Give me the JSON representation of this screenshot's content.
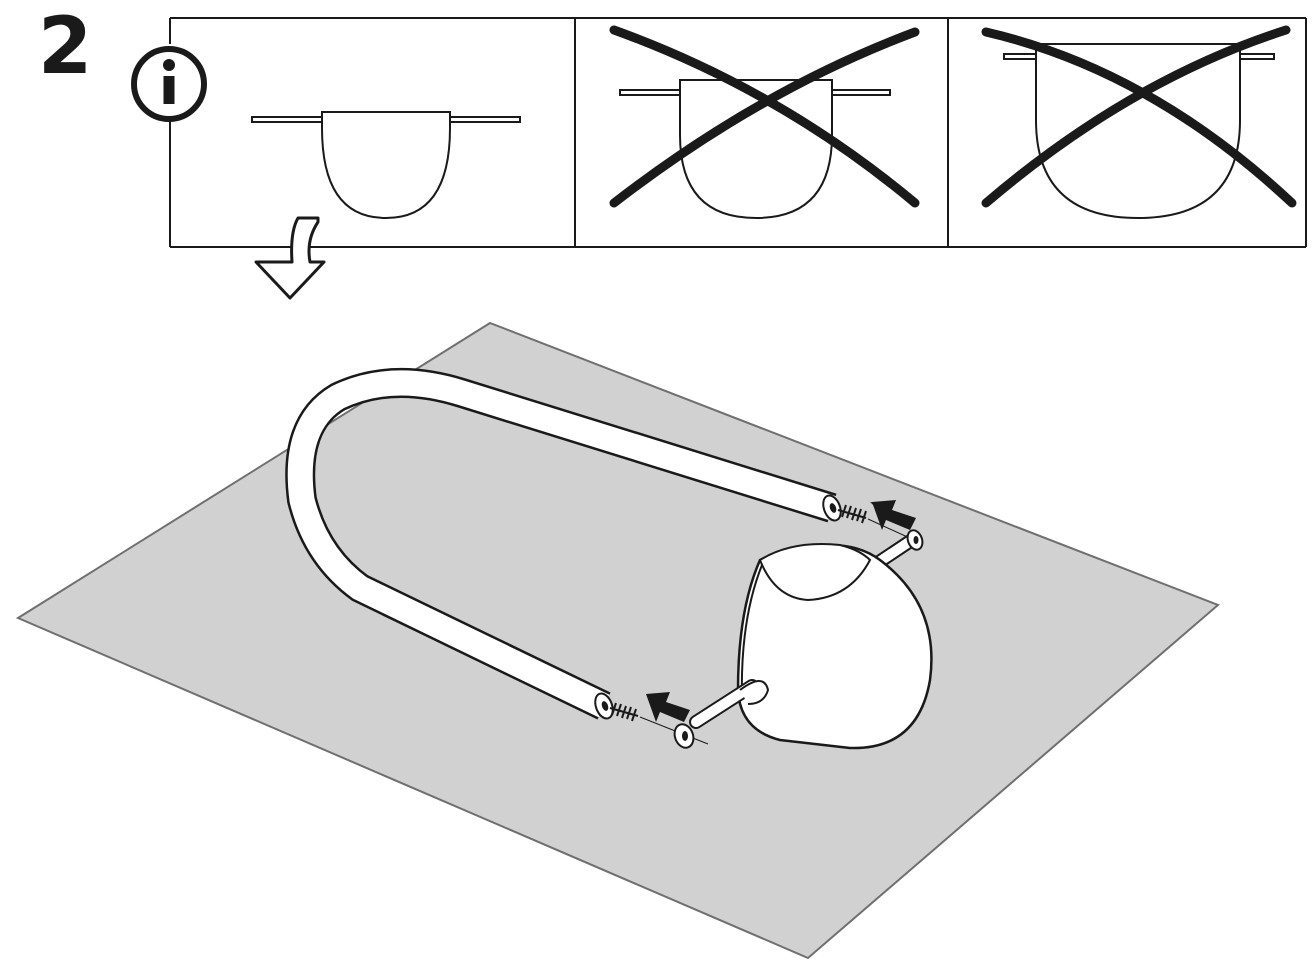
{
  "step": {
    "number": "2"
  },
  "info_icon": {
    "name": "info-icon",
    "glyph": "i"
  },
  "panels": [
    {
      "name": "panel-correct-position",
      "state": "correct"
    },
    {
      "name": "panel-incorrect-too-high",
      "state": "incorrect"
    },
    {
      "name": "panel-incorrect-too-low",
      "state": "incorrect"
    }
  ],
  "icons": [
    "info-icon",
    "down-arrow-icon",
    "push-arrow-icon",
    "cross-mark-icon"
  ],
  "colors": {
    "ink": "#1a1a1a",
    "surface": "#d1d1d1",
    "stroke": "#6f6f6f",
    "paper": "#ffffff"
  }
}
